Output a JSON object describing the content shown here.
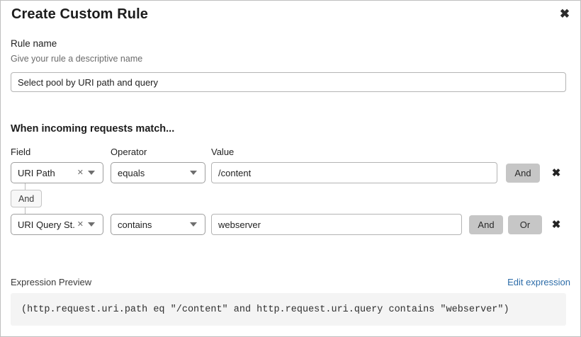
{
  "dialog": {
    "title": "Create Custom Rule",
    "close_icon": "close-icon"
  },
  "rule_name": {
    "label": "Rule name",
    "hint": "Give your rule a descriptive name",
    "value": "Select pool by URI path and query",
    "placeholder": "Rule name"
  },
  "match_section": {
    "heading": "When incoming requests match...",
    "columns": {
      "field": "Field",
      "operator": "Operator",
      "value": "Value"
    },
    "rows": [
      {
        "field": "URI Path",
        "field_clear_icon": "clear-icon",
        "field_caret_icon": "chevron-down-icon",
        "operator": "equals",
        "operator_caret_icon": "chevron-down-icon",
        "value": "/content",
        "value_placeholder": "Value",
        "buttons": [
          "And"
        ],
        "remove_icon": "close-icon"
      },
      {
        "field": "URI Query St...",
        "field_clear_icon": "clear-icon",
        "field_caret_icon": "chevron-down-icon",
        "operator": "contains",
        "operator_caret_icon": "chevron-down-icon",
        "value": "webserver",
        "value_placeholder": "Value",
        "buttons": [
          "And",
          "Or"
        ],
        "remove_icon": "close-icon"
      }
    ],
    "connector_label": "And"
  },
  "expression_preview": {
    "label": "Expression Preview",
    "edit_link": "Edit expression",
    "expression": "(http.request.uri.path eq \"/content\" and http.request.uri.query contains \"webserver\")"
  },
  "colors": {
    "link": "#2c6ca8",
    "button_gray": "#c6c6c6",
    "panel_border": "#bfbfbf",
    "code_bg": "#f4f4f4"
  }
}
